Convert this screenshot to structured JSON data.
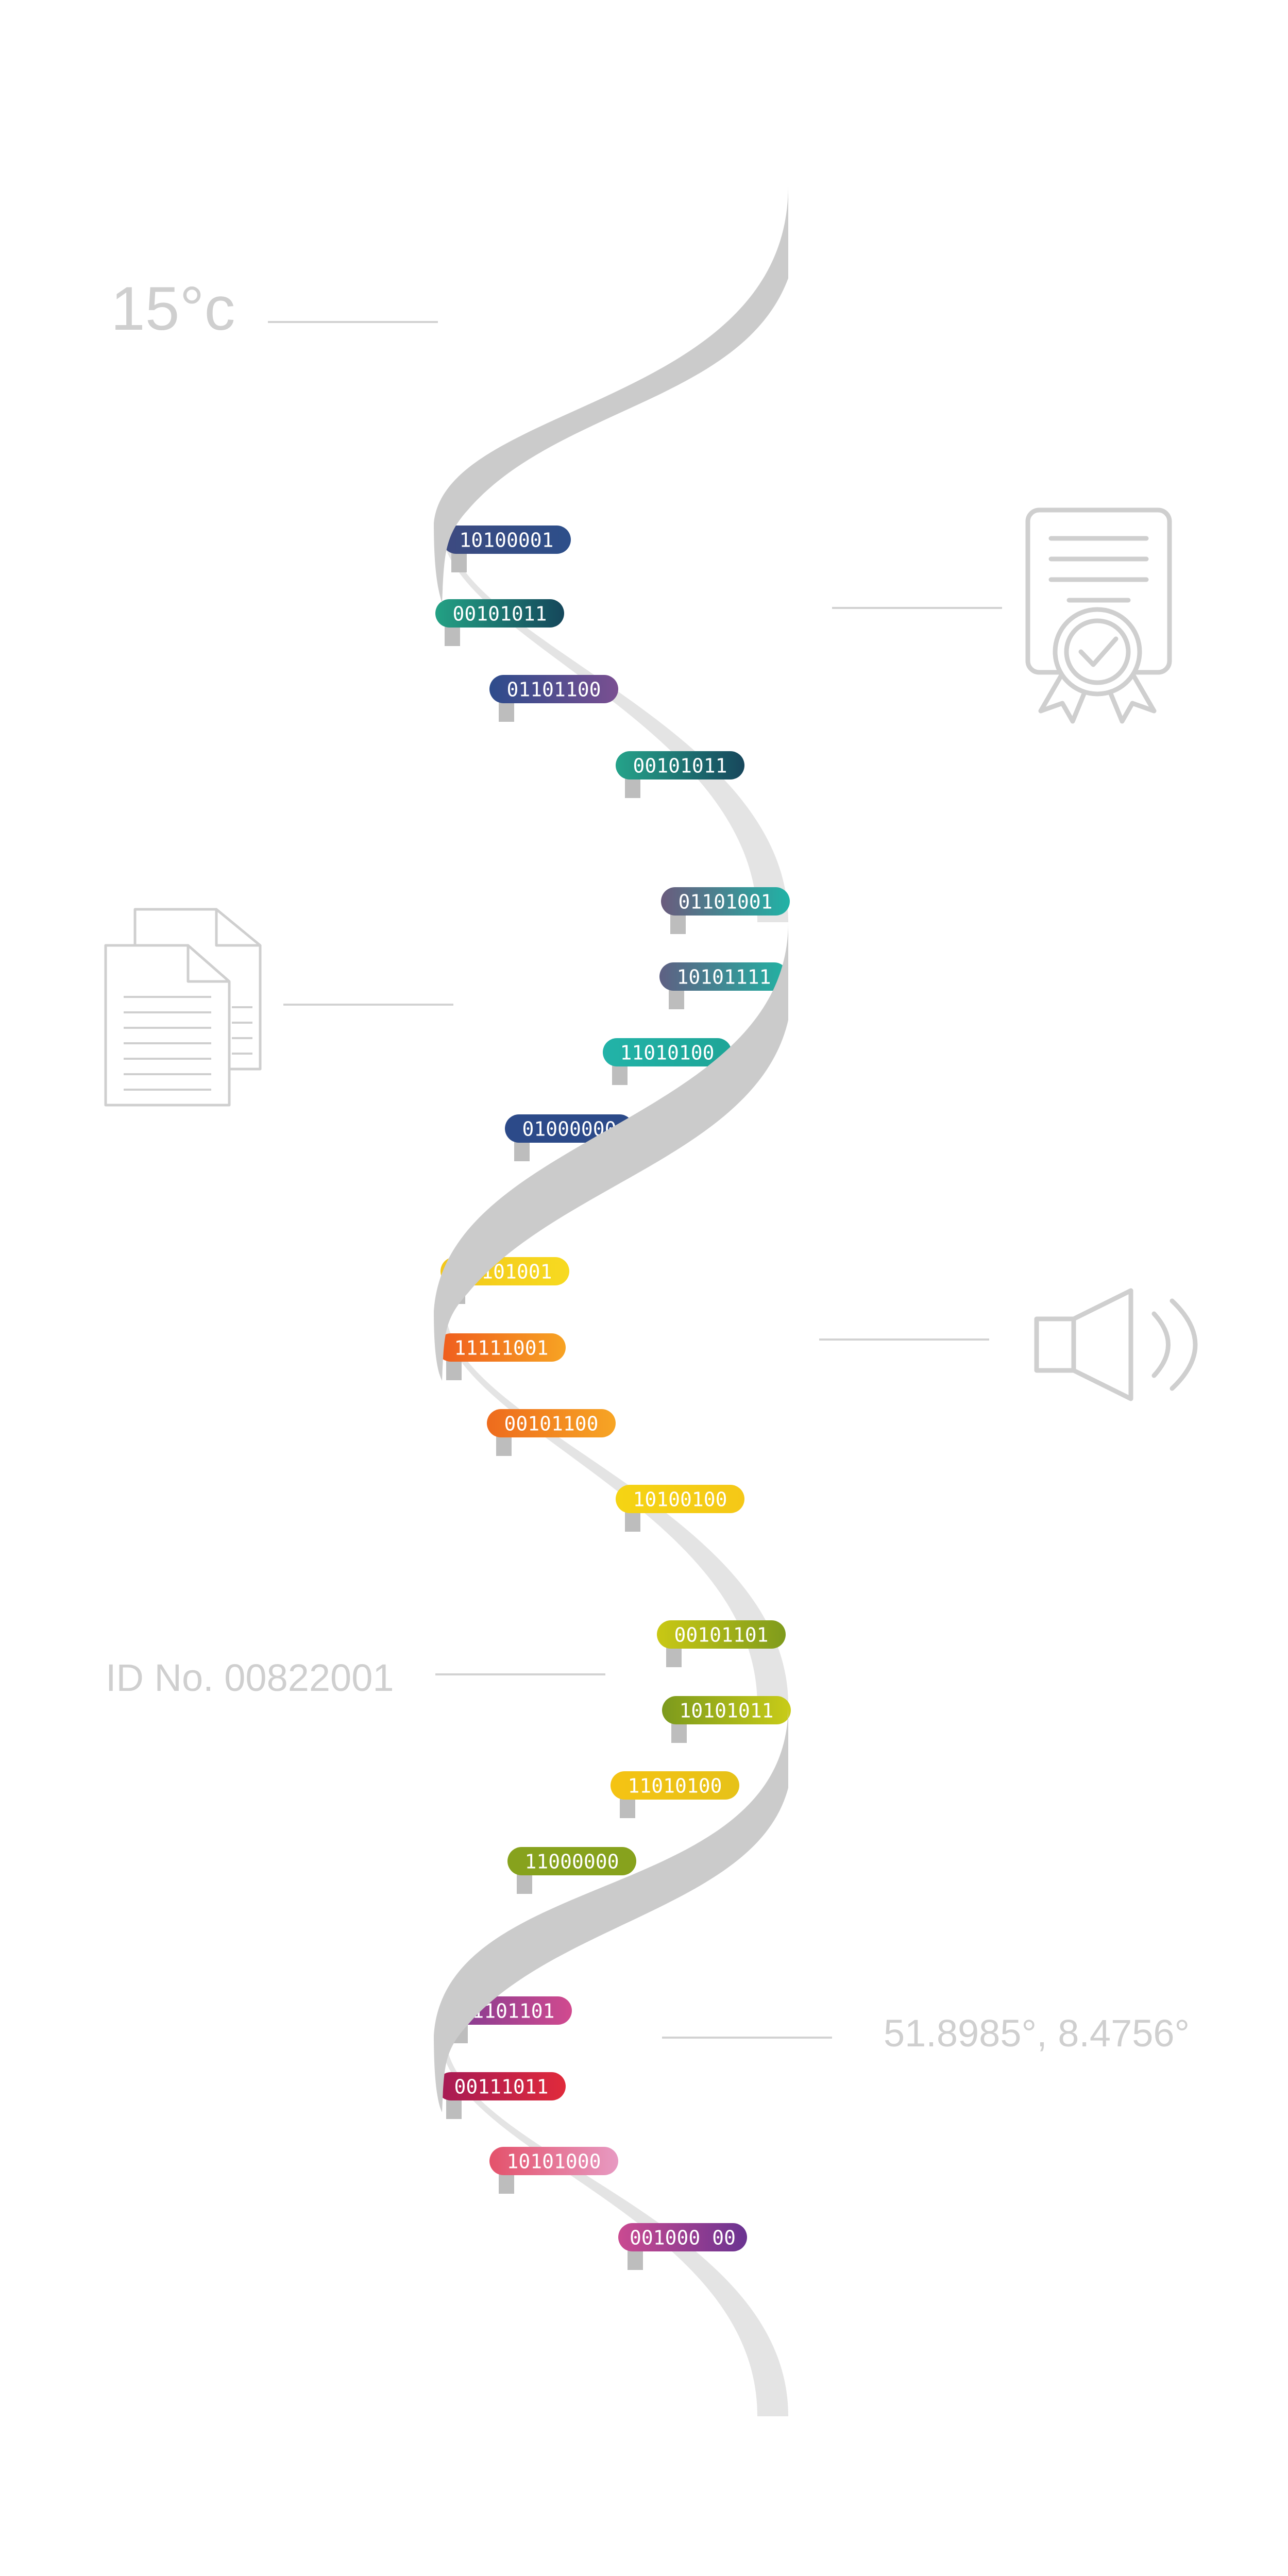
{
  "annotations": {
    "temperature": "15°c",
    "id_number": "ID No. 00822001",
    "coordinates": "51.8985°, 8.4756°"
  },
  "icons": {
    "certificate": "certificate-icon",
    "documents": "documents-icon",
    "speaker": "speaker-icon"
  },
  "colors": {
    "strand_dark": "#cbcbcb",
    "strand_light": "#e4e4e4",
    "label_gray": "#cfcfcf",
    "line_gray": "#d2d2d2"
  },
  "pills": [
    {
      "text": "10100001",
      "colors": [
        "#3d4a80",
        "#2d4f8a"
      ]
    },
    {
      "text": "00101011",
      "colors": [
        "#23a184",
        "#15475b"
      ]
    },
    {
      "text": "01101100",
      "colors": [
        "#2d4c8c",
        "#7a4f91"
      ]
    },
    {
      "text": "00101011",
      "colors": [
        "#25a38a",
        "#17475c"
      ]
    },
    {
      "text": "01101001",
      "colors": [
        "#6a5b7d",
        "#20b3a6"
      ]
    },
    {
      "text": "10101111",
      "colors": [
        "#5e6083",
        "#21b3a3"
      ]
    },
    {
      "text": "11010100",
      "colors": [
        "#22b3a8",
        "#1ea597"
      ]
    },
    {
      "text": "01000000",
      "colors": [
        "#2c4a89",
        "#2c4a89"
      ]
    },
    {
      "text": "01101001",
      "colors": [
        "#f3c71a",
        "#f7da20"
      ]
    },
    {
      "text": "11111001",
      "colors": [
        "#ef5b1e",
        "#f7a323"
      ]
    },
    {
      "text": "00101100",
      "colors": [
        "#ee6b1d",
        "#f7a524"
      ]
    },
    {
      "text": "10100100",
      "colors": [
        "#f5d414",
        "#f5c817"
      ]
    },
    {
      "text": "00101101",
      "colors": [
        "#c9c814",
        "#7f9b1c"
      ]
    },
    {
      "text": "10101011",
      "colors": [
        "#7c9a1d",
        "#c9cc18"
      ]
    },
    {
      "text": "11010100",
      "colors": [
        "#f5c313",
        "#e6c218"
      ]
    },
    {
      "text": "11000000",
      "colors": [
        "#87a21d",
        "#87a21d"
      ]
    },
    {
      "text": "11101101",
      "colors": [
        "#7b3a91",
        "#d14a8f"
      ]
    },
    {
      "text": "00111011",
      "colors": [
        "#a51a55",
        "#e02a3b"
      ]
    },
    {
      "text": "10101000",
      "colors": [
        "#e4526b",
        "#e79ac2"
      ]
    },
    {
      "text": "001000 00",
      "colors": [
        "#ca4a91",
        "#6a3391"
      ]
    }
  ]
}
